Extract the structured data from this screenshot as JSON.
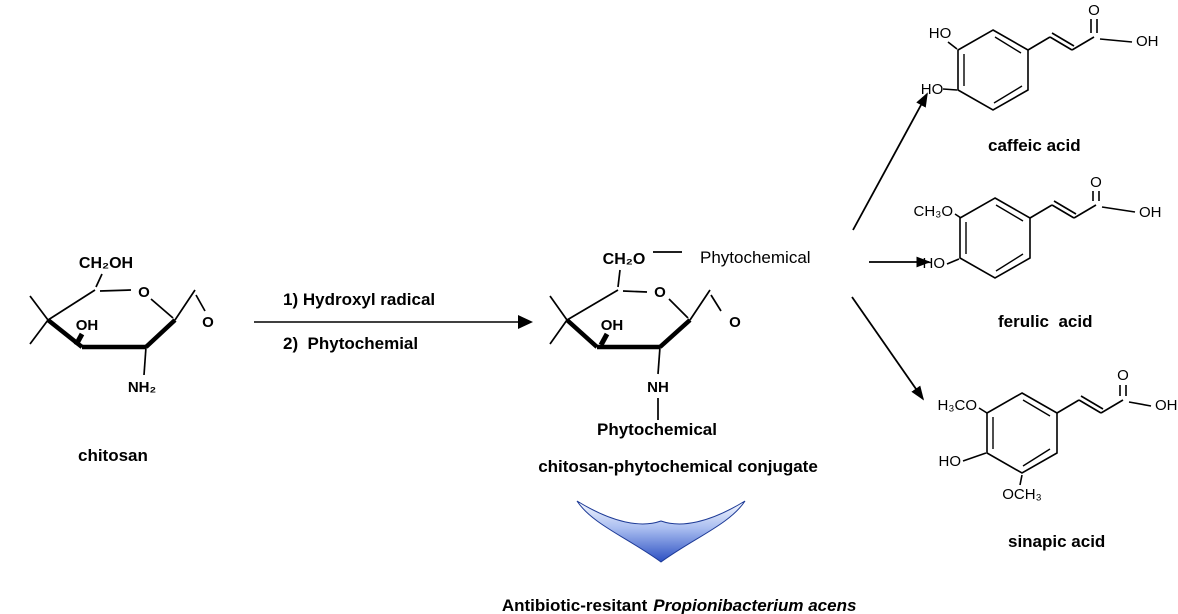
{
  "colors": {
    "ink": "#000000",
    "impact_arrow_top": "#f7faff",
    "impact_arrow_mid": "#a9bdf0",
    "impact_arrow_bottom": "#2b4fc2",
    "impact_arrow_outline": "#1d3a96"
  },
  "chitosan": {
    "label": "chitosan",
    "atoms": {
      "ch2oh": "CH₂OH",
      "ring_o": "O",
      "oh": "OH",
      "nh2": "NH₂",
      "glycosidic_o": "O"
    }
  },
  "reaction": {
    "step1": "1) Hydroxyl radical",
    "step2": "2)  Phytochemial"
  },
  "conjugate": {
    "label": "chitosan-phytochemical conjugate",
    "top_substituent": "Phytochemical",
    "bottom_substituent": "Phytochemical",
    "atoms": {
      "ch2o": "CH₂O",
      "ring_o": "O",
      "oh": "OH",
      "nh": "NH",
      "glycosidic_o": "O"
    }
  },
  "products": {
    "caffeic": {
      "label": "caffeic acid",
      "atoms": {
        "ho_top": "HO",
        "ho_bottom": "HO",
        "carbonyl_o": "O",
        "acid_oh": "OH"
      }
    },
    "ferulic": {
      "label": "ferulic  acid",
      "atoms": {
        "methoxy": "CH₃O",
        "hydroxy": "HO",
        "carbonyl_o": "O",
        "acid_oh": "OH"
      }
    },
    "sinapic": {
      "label": "sinapic acid",
      "atoms": {
        "methoxy_top": "H₃CO",
        "hydroxy": "HO",
        "methoxy_bottom": "OCH₃",
        "carbonyl_o": "O",
        "acid_oh": "OH"
      }
    }
  },
  "target": {
    "prefix": "Antibiotic-resitant",
    "organism": "Propionibacterium acens"
  }
}
